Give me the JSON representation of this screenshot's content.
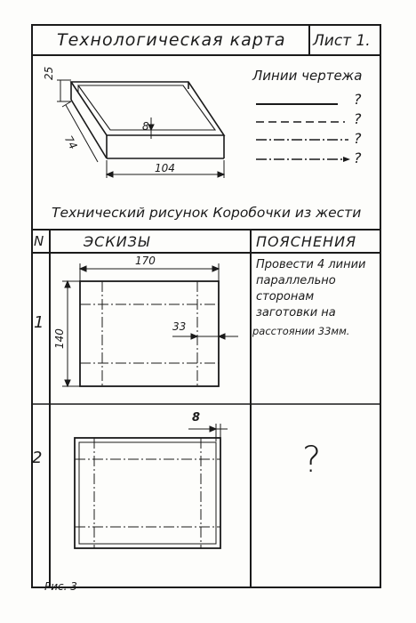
{
  "header": {
    "title": "Технологическая карта",
    "sheet": "Лист 1."
  },
  "drawing": {
    "dim_height": "25",
    "dim_depth": "74",
    "dim_width": "104",
    "dim_rim": "8",
    "caption": "Технический рисунок Коробочки из жести"
  },
  "legend": {
    "title": "Линии чертежа",
    "items": [
      {
        "style": "solid",
        "mark": "?"
      },
      {
        "style": "dashed",
        "mark": "?"
      },
      {
        "style": "dash-dot",
        "mark": "?"
      },
      {
        "style": "dash-dot-arrow",
        "mark": "?"
      }
    ]
  },
  "table": {
    "headers": {
      "num": "N",
      "sketch": "ЭСКИЗЫ",
      "notes": "ПОЯСНЕНИЯ"
    },
    "rows": [
      {
        "num": "1",
        "dim_w": "170",
        "dim_h": "140",
        "dim_off": "33",
        "note_lines": [
          "Провести 4 линии",
          "параллельно",
          "сторонам",
          "заготовки на",
          "расстоянии 33мм."
        ]
      },
      {
        "num": "2",
        "dim_rim": "8",
        "note": "?"
      }
    ]
  },
  "figure_label": "Рис. 3"
}
